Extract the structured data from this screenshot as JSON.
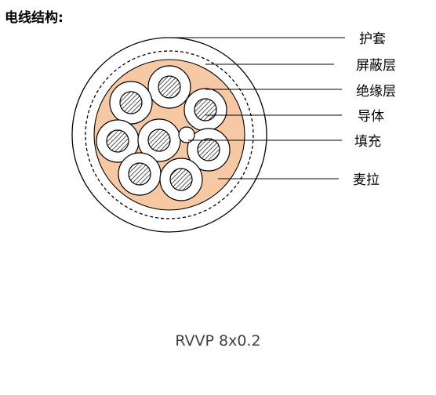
{
  "title": "电线结构:",
  "caption": "RVVP 8x0.2",
  "labels": {
    "sheath": "护套",
    "shield": "屏蔽层",
    "insulation": "绝缘层",
    "conductor": "导体",
    "filler": "填充",
    "mylar": "麦拉"
  },
  "colors": {
    "filler_fill": "#f7c8a4",
    "conductor_hatch": "#555555",
    "line": "#000000"
  }
}
